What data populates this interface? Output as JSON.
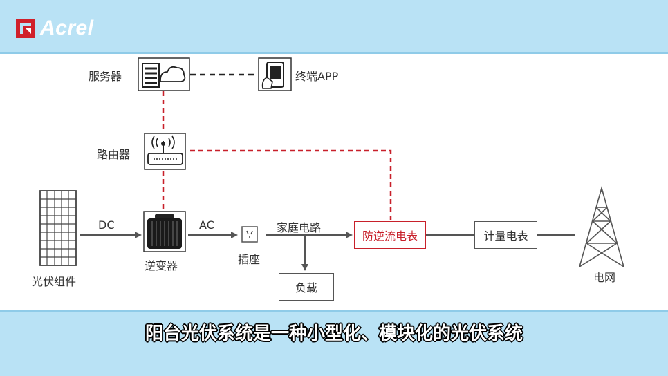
{
  "brand": {
    "name": "Acrel"
  },
  "diagram": {
    "server_label": "服务器",
    "app_label": "终端APP",
    "router_label": "路由器",
    "pv_label": "光伏组件",
    "dc_label": "DC",
    "inverter_label": "逆变器",
    "ac_label": "AC",
    "socket_label": "插座",
    "home_circuit_label": "家庭电路",
    "anti_reverse_meter_label": "防逆流电表",
    "load_label": "负载",
    "metering_meter_label": "计量电表",
    "grid_label": "电网"
  },
  "caption": {
    "text": "阳台光伏系统是一种小型化、模块化的光伏系统"
  },
  "colors": {
    "bar": "#b9e2f5",
    "accent_red": "#c8202a",
    "line_gray": "#555555"
  }
}
